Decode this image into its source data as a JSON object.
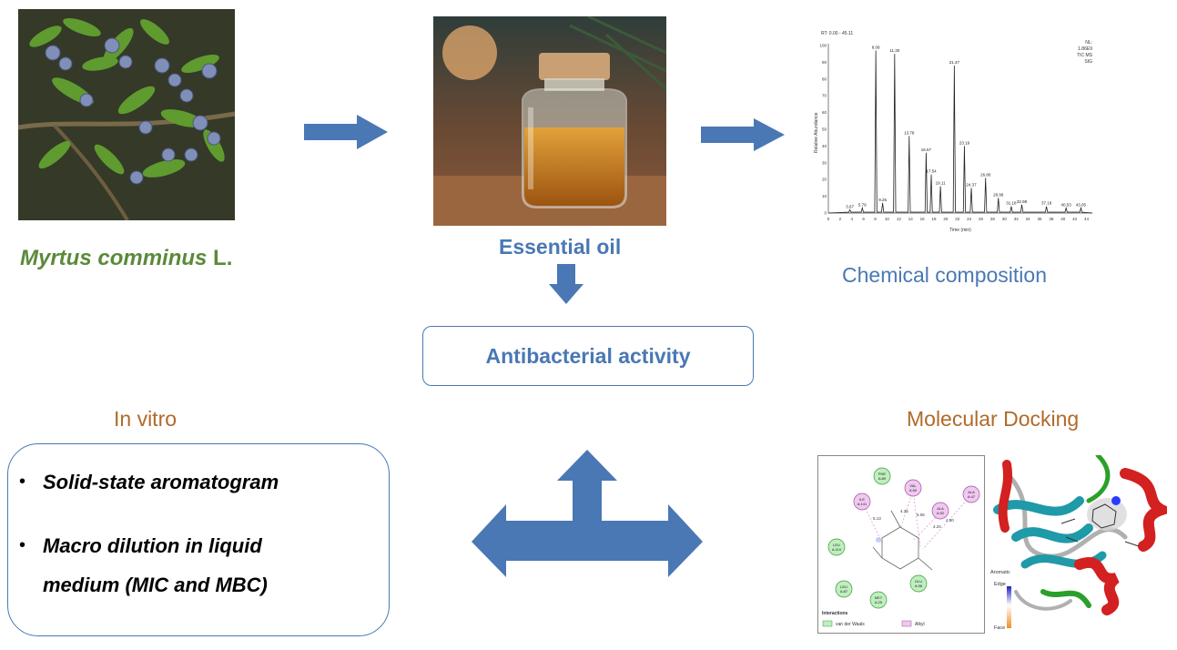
{
  "plant": {
    "name_italic": "Myrtus comminus",
    "name_suffix": " L."
  },
  "essential_oil": {
    "label": "Essential oil"
  },
  "chemical": {
    "label": "Chemical composition",
    "chromatogram": {
      "header_left": "RT: 0.00 - 45.11",
      "header_right": [
        "NL:",
        "1.86E9",
        "TIC MS",
        "SIG"
      ],
      "xlabel": "Time (min)",
      "ylabel": "Relative Abundance",
      "peak_labels": [
        "3.67",
        "5.79",
        "8.09",
        "9.25",
        "11.30",
        "13.78",
        "16.67",
        "17.54",
        "19.11",
        "21.47",
        "23.19",
        "24.37",
        "26.80",
        "28.98",
        "31.18",
        "32.98",
        "37.18",
        "40.53",
        "43.05"
      ]
    }
  },
  "activity": {
    "label": "Antibacterial activity"
  },
  "in_vitro": {
    "title": "In vitro",
    "items": [
      "Solid-state aromatogram",
      "Macro dilution in liquid",
      "medium (MIC and MBC)"
    ]
  },
  "docking": {
    "title": "Molecular Docking",
    "residues": [
      "PHE A:89",
      "VAL A:50",
      "ALA A:47",
      "ILE A:141",
      "ALA A:92",
      "LEU A:110",
      "LEU A:87",
      "MET A:25",
      "GLU A:96"
    ],
    "distances": [
      "5.13",
      "4.35",
      "5.06",
      "4.80",
      "4.24"
    ],
    "legend_title": "Interactions",
    "legend_items": [
      "van der Waals",
      "Alkyl"
    ],
    "scale_title": "Aromatic",
    "scale_top": "Edge",
    "scale_bottom": "Face"
  },
  "colors": {
    "arrow": "#4a78b4",
    "accent_blue": "#4a78b4",
    "green": "#5b8a3a",
    "orange": "#b06a2a"
  }
}
